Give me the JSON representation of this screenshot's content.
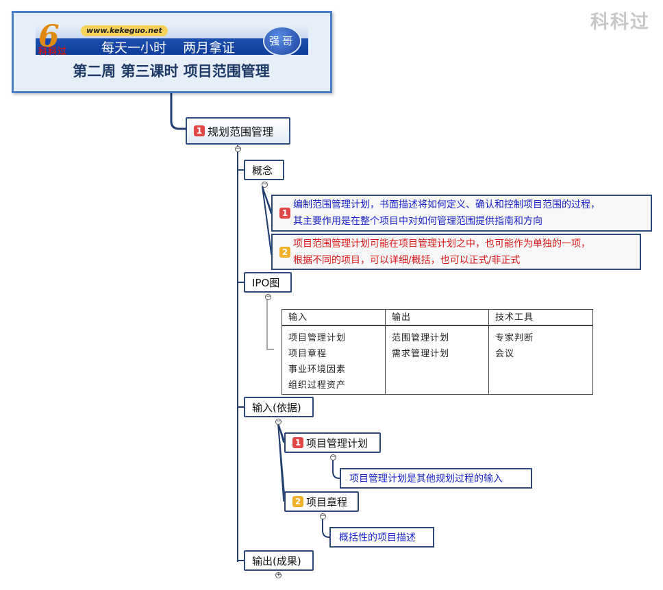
{
  "header": {
    "site": "www.kekeguo.net",
    "logo_text": "科科过",
    "logo_mark": "6",
    "slogan": "每天一小时    两月拿证",
    "teacher": "强哥",
    "title": "第二周 第三课时 项目范围管理"
  },
  "watermark": "科科过",
  "main_topic": {
    "badge": "1",
    "label": "规划范围管理"
  },
  "concept": {
    "label": "概念",
    "notes": [
      {
        "badge": "1",
        "text": "编制范围管理计划，书面描述将如何定义、确认和控制项目范围的过程，\n其主要作用是在整个项目中对如何管理范围提供指南和方向"
      },
      {
        "badge": "2",
        "text": "项目范围管理计划可能在项目管理计划之中，也可能作为单独的一项，\n根据不同的项目，可以详细/概括，也可以正式/非正式"
      }
    ]
  },
  "ipo": {
    "label": "IPO图",
    "headers": [
      "输入",
      "输出",
      "技术工具"
    ],
    "inputs": [
      "项目管理计划",
      "项目章程",
      "事业环境因素",
      "组织过程资产"
    ],
    "outputs": [
      "范围管理计划",
      "需求管理计划"
    ],
    "tools": [
      "专家判断",
      "会议"
    ]
  },
  "inputs_basis": {
    "label": "输入(依据)",
    "items": [
      {
        "badge": "1",
        "label": "项目管理计划",
        "detail": "项目管理计划是其他规划过程的输入"
      },
      {
        "badge": "2",
        "label": "项目章程",
        "detail": "概括性的项目描述"
      }
    ]
  },
  "outputs_result": {
    "label": "输出(成果)"
  },
  "colors": {
    "frame": "#2c4a78",
    "header_border": "#4a7fc7",
    "note_blue": "#1a23c8",
    "note_red": "#d81818",
    "badge_red": "#e04848",
    "badge_orange": "#f0b02a"
  }
}
